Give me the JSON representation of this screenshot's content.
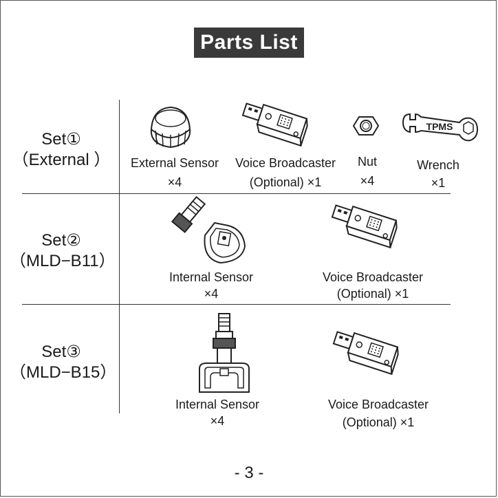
{
  "title": "Parts List",
  "sets": [
    {
      "name": "Set①",
      "model": "（External ）"
    },
    {
      "name": "Set②",
      "model": "（MLD−B11）"
    },
    {
      "name": "Set③",
      "model": "（MLD−B15）"
    }
  ],
  "set1_items": [
    {
      "name": "External  Sensor",
      "qty": "×4"
    },
    {
      "name": "Voice Broadcaster",
      "qty": "(Optional) ×1"
    },
    {
      "name": "Nut",
      "qty": "×4"
    },
    {
      "name": "Wrench",
      "qty": "×1"
    }
  ],
  "set2_items": [
    {
      "name": "Internal Sensor",
      "qty": "×4"
    },
    {
      "name": "Voice Broadcaster",
      "qty": "(Optional) ×1"
    }
  ],
  "set3_items": [
    {
      "name": "Internal Sensor",
      "qty": "×4"
    },
    {
      "name": "Voice Broadcaster",
      "qty": "(Optional) ×1"
    }
  ],
  "wrench_text": "TPMS",
  "page_number": "- 3 -",
  "icons": [
    "external-sensor-icon",
    "voice-broadcaster-icon",
    "nut-icon",
    "wrench-icon",
    "internal-sensor-b11-icon",
    "internal-sensor-b15-icon"
  ]
}
